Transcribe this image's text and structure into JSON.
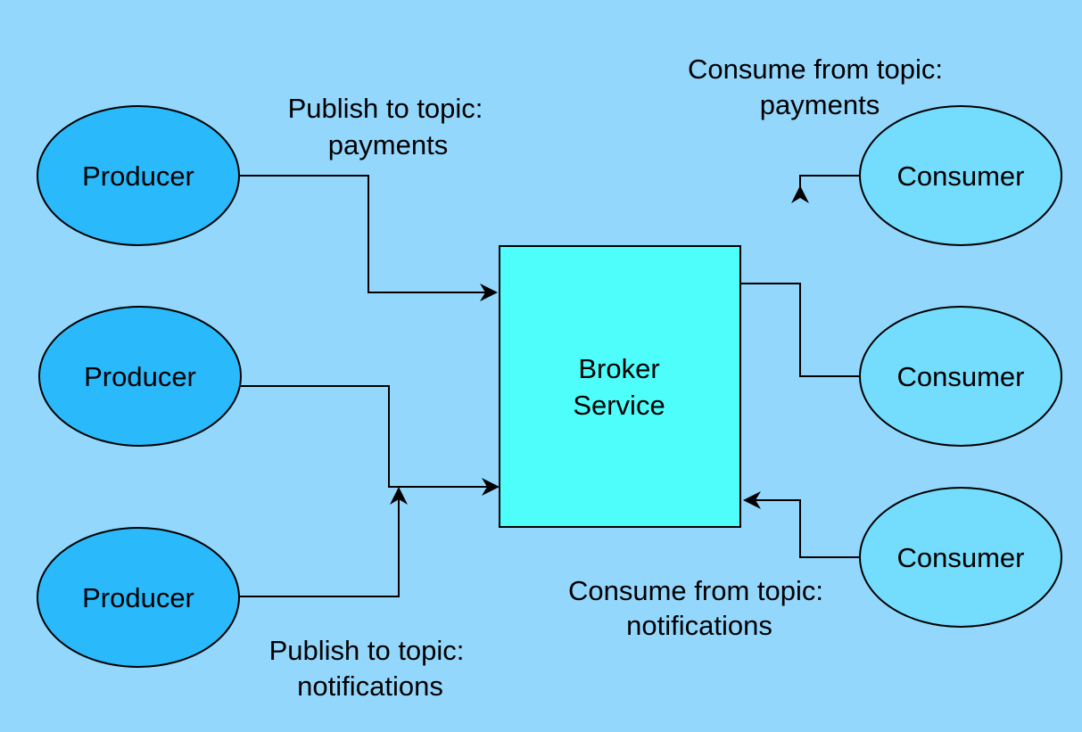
{
  "colors": {
    "background": "#94d7fd",
    "producer_fill": "#2ab9fb",
    "consumer_fill": "#74dcfd",
    "broker_fill": "#4dfefb",
    "stroke": "#000000"
  },
  "producers": [
    {
      "label": "Producer"
    },
    {
      "label": "Producer"
    },
    {
      "label": "Producer"
    }
  ],
  "consumers": [
    {
      "label": "Consumer"
    },
    {
      "label": "Consumer"
    },
    {
      "label": "Consumer"
    }
  ],
  "broker": {
    "line1": "Broker",
    "line2": "Service"
  },
  "annotations": {
    "publish_payments": {
      "line1": "Publish to topic:",
      "line2": "payments"
    },
    "publish_notifications": {
      "line1": "Publish to topic:",
      "line2": "notifications"
    },
    "consume_payments": {
      "line1": "Consume from topic:",
      "line2": "payments"
    },
    "consume_notifications": {
      "line1": "Consume from topic:",
      "line2": "notifications"
    }
  }
}
